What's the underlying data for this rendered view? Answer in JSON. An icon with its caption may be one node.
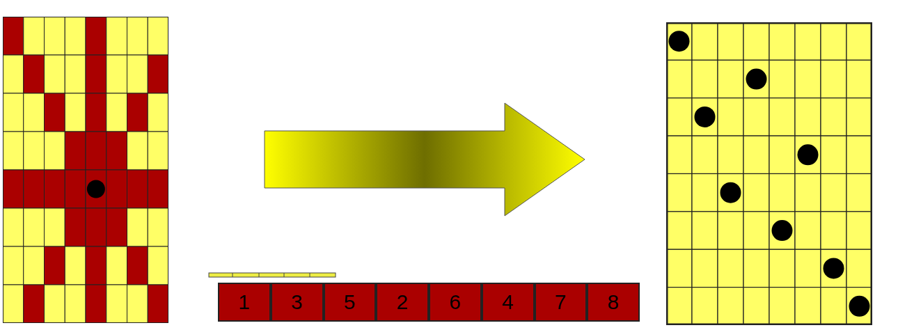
{
  "diagram": {
    "nodes": [
      {
        "text": [],
        "shape": "picture"
      },
      {
        "text": [],
        "shape": "picture"
      },
      {
        "text": [
          "1"
        ]
      },
      {
        "text": [
          "3"
        ]
      },
      {
        "text": [
          "5"
        ]
      },
      {
        "text": [
          "2"
        ]
      },
      {
        "text": [
          "6"
        ]
      },
      {
        "text": [
          "4"
        ]
      },
      {
        "text": [
          "7"
        ]
      },
      {
        "text": [
          "8"
        ]
      }
    ],
    "edges": [
      {
        "from": 0,
        "to": 1,
        "arrow": "to",
        "style": "thick"
      }
    ]
  }
}
